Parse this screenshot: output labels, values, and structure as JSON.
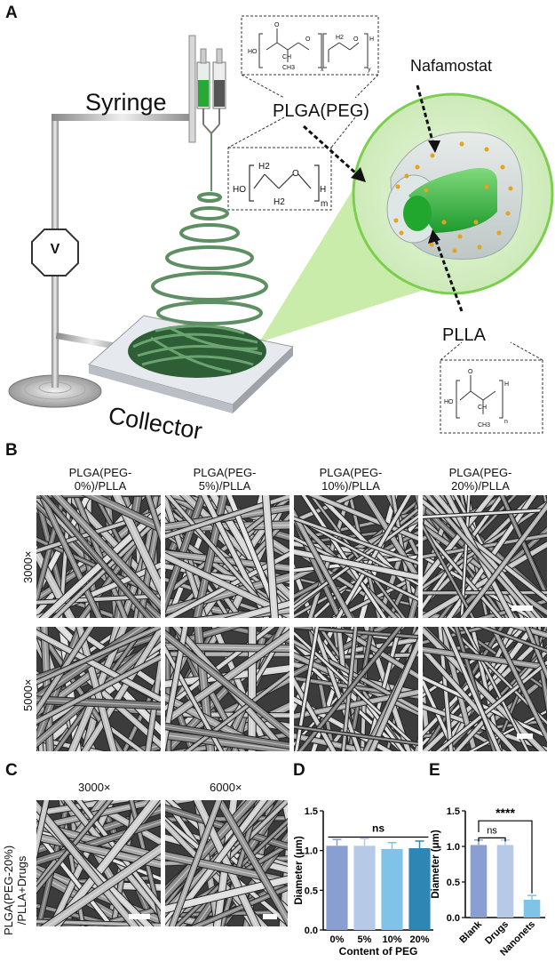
{
  "panels": {
    "a": "A",
    "b": "B",
    "c": "C",
    "d": "D",
    "e": "E"
  },
  "schematic": {
    "syringe_label": "Syringe",
    "voltage_label": "V",
    "collector_label": "Collector",
    "plga_peg_label": "PLGA(PEG)",
    "nafamostat_label": "Nafamostat",
    "plla_label": "PLLA",
    "plga_formula": {
      "ho": "HO",
      "o1": "O",
      "o2": "O",
      "o3": "O",
      "ch": "CH",
      "ch3": "CH3",
      "h2": "H2",
      "x": "x",
      "y": "y",
      "h": "H"
    },
    "peg_formula": {
      "ho": "HO",
      "h2a": "H2",
      "h2b": "H2",
      "o": "O",
      "h": "H",
      "m": "m"
    },
    "plla_formula": {
      "ho": "HO",
      "o": "O",
      "ch": "CH",
      "ch3": "CH3",
      "h": "H",
      "n": "n"
    }
  },
  "panel_b": {
    "columns": [
      "PLGA(PEG-\n0%)/PLLA",
      "PLGA(PEG-\n5%)/PLLA",
      "PLGA(PEG-\n10%)/PLLA",
      "PLGA(PEG-\n20%)/PLLA"
    ],
    "col_line1": [
      "PLGA(PEG-",
      "PLGA(PEG-",
      "PLGA(PEG-",
      "PLGA(PEG-"
    ],
    "col_line2": [
      "0%)/PLLA",
      "5%)/PLLA",
      "10%)/PLLA",
      "20%)/PLLA"
    ],
    "rows": [
      "3000×",
      "5000×"
    ]
  },
  "panel_c": {
    "columns": [
      "3000×",
      "6000×"
    ],
    "row_line1": "PLGA(PEG-20%)",
    "row_line2": "/PLLA+Drugs"
  },
  "chart_data": [
    {
      "type": "bar",
      "panel": "D",
      "categories": [
        "0%",
        "5%",
        "10%",
        "20%"
      ],
      "values": [
        1.06,
        1.06,
        1.02,
        1.03
      ],
      "errors": [
        0.08,
        0.09,
        0.08,
        0.09
      ],
      "colors": [
        "#8a9fd1",
        "#b6c9e6",
        "#7fc4e8",
        "#2e86b5"
      ],
      "xlabel": "Content of PEG",
      "ylabel": "Diameter (μm)",
      "ylim": [
        0,
        1.5
      ],
      "yticks": [
        "0.0",
        "0.5",
        "1.0",
        "1.5"
      ],
      "annotation": "ns"
    },
    {
      "type": "bar",
      "panel": "E",
      "categories": [
        "Blank",
        "Drugs",
        "Nanonets"
      ],
      "values": [
        1.02,
        1.02,
        0.25
      ],
      "errors": [
        0.07,
        0.07,
        0.06
      ],
      "colors": [
        "#8a9fd1",
        "#b6c9e6",
        "#7fc4e8"
      ],
      "ylabel": "Diameter (μm)",
      "ylim": [
        0,
        1.5
      ],
      "yticks": [
        "0.0",
        "0.5",
        "1.0",
        "1.5"
      ],
      "annotations": [
        "ns",
        "****"
      ]
    }
  ]
}
